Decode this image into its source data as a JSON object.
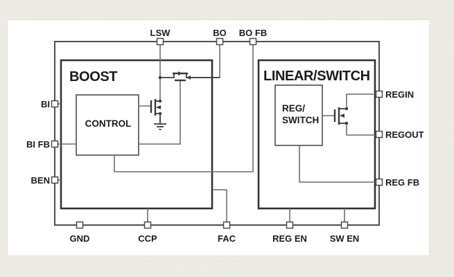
{
  "diagram": {
    "blocks": {
      "boost": "BOOST",
      "linear_switch": "LINEAR/SWITCH",
      "control": "CONTROL",
      "reg_switch": {
        "line1": "REG/",
        "line2": "SWITCH"
      }
    },
    "pins": {
      "lsw": "LSW",
      "bo": "BO",
      "bo_fb": "BO FB",
      "bi": "BI",
      "bi_fb": "BI FB",
      "ben": "BEN",
      "regin": "REGIN",
      "regout": "REGOUT",
      "reg_fb": "REG FB",
      "gnd": "GND",
      "ccp": "CCP",
      "fac": "FAC",
      "reg_en": "REG EN",
      "sw_en": "SW EN"
    },
    "colors": {
      "panel_bg": "#ffffff",
      "outer_bg": "#ece9e2",
      "block_border": "#333333",
      "wire": "#6e6e6e",
      "text": "#1b1b1b"
    }
  }
}
